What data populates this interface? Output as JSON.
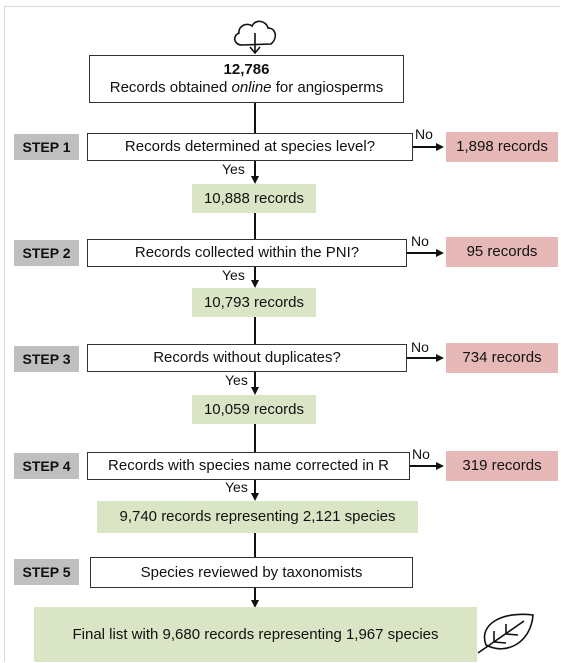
{
  "start": {
    "count": "12,786",
    "line_before": "Records obtained ",
    "line_em": "online",
    "line_after": " for angiosperms"
  },
  "steps": [
    {
      "step": "STEP 1",
      "question": "Records determined at species level?",
      "no_label": "No",
      "rejected": "1,898 records",
      "yes_label": "Yes",
      "kept": "10,888 records"
    },
    {
      "step": "STEP 2",
      "question": "Records collected within the PNI?",
      "no_label": "No",
      "rejected": "95 records",
      "yes_label": "Yes",
      "kept": "10,793 records"
    },
    {
      "step": "STEP 3",
      "question": "Records without duplicates?",
      "no_label": "No",
      "rejected": "734 records",
      "yes_label": "Yes",
      "kept": "10,059 records"
    },
    {
      "step": "STEP 4",
      "question": "Records with species name corrected in R",
      "no_label": "No",
      "rejected": "319 records",
      "yes_label": "Yes",
      "kept": "9,740 records representing 2,121 species"
    }
  ],
  "step5": {
    "step": "STEP 5",
    "label": "Species reviewed by taxonomists"
  },
  "final": "Final list with 9,680 records representing 1,967 species",
  "icons": {
    "top": "cloud-download-icon",
    "bottom": "leaf-icon"
  },
  "colors": {
    "kept": "#d9e5c5",
    "rejected": "#e6b9b8",
    "step": "#bfbfbf"
  }
}
